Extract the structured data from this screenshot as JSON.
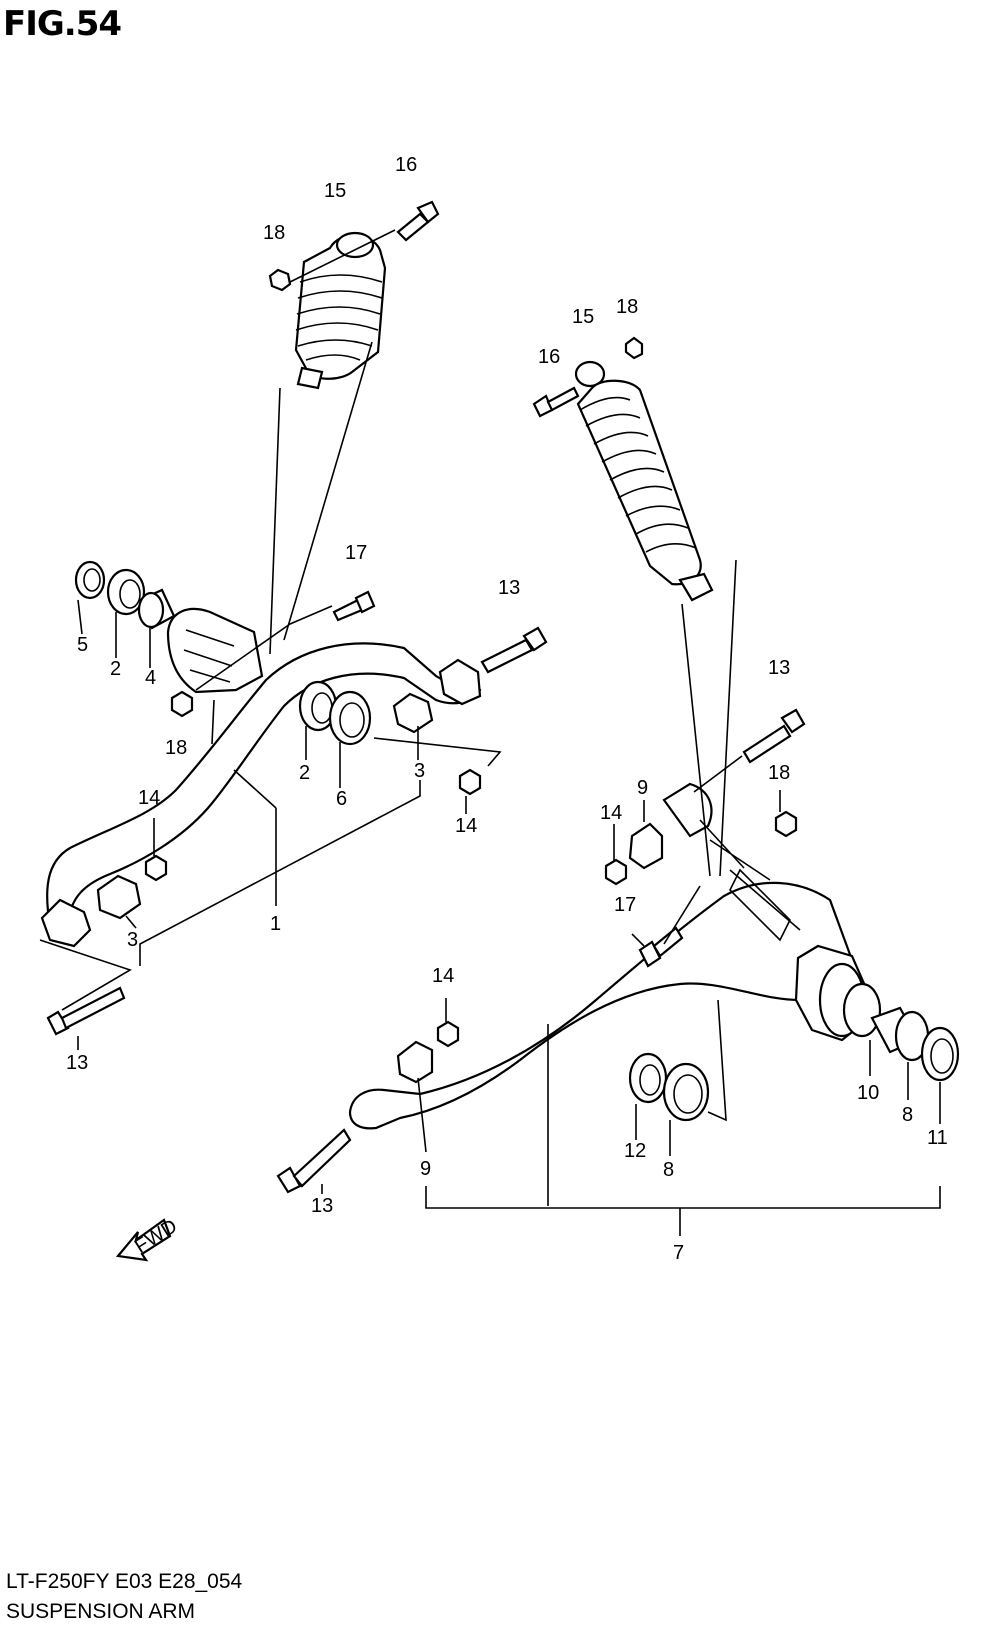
{
  "header": {
    "figure_title": "FIG.54"
  },
  "footer": {
    "model_code": "LT-F250FY E03 E28_054",
    "section_name": "SUSPENSION ARM"
  },
  "fwd_arrow": {
    "label": "FWD"
  },
  "callouts": [
    {
      "id": "c15a",
      "text": "15"
    },
    {
      "id": "c16a",
      "text": "16"
    },
    {
      "id": "c18a",
      "text": "18"
    },
    {
      "id": "c15b",
      "text": "15"
    },
    {
      "id": "c18b",
      "text": "18"
    },
    {
      "id": "c16b",
      "text": "16"
    },
    {
      "id": "c17a",
      "text": "17"
    },
    {
      "id": "c13a",
      "text": "13"
    },
    {
      "id": "c5",
      "text": "5"
    },
    {
      "id": "c2a",
      "text": "2"
    },
    {
      "id": "c4",
      "text": "4"
    },
    {
      "id": "c18c",
      "text": "18"
    },
    {
      "id": "c2b",
      "text": "2"
    },
    {
      "id": "c6",
      "text": "6"
    },
    {
      "id": "c3a",
      "text": "3"
    },
    {
      "id": "c14a",
      "text": "14"
    },
    {
      "id": "c14b",
      "text": "14"
    },
    {
      "id": "c1",
      "text": "1"
    },
    {
      "id": "c3b",
      "text": "3"
    },
    {
      "id": "c13b",
      "text": "13"
    },
    {
      "id": "c13c",
      "text": "13"
    },
    {
      "id": "c18d",
      "text": "18"
    },
    {
      "id": "c9a",
      "text": "9"
    },
    {
      "id": "c14c",
      "text": "14"
    },
    {
      "id": "c17b",
      "text": "17"
    },
    {
      "id": "c14d",
      "text": "14"
    },
    {
      "id": "c10",
      "text": "10"
    },
    {
      "id": "c8a",
      "text": "8"
    },
    {
      "id": "c11",
      "text": "11"
    },
    {
      "id": "c12",
      "text": "12"
    },
    {
      "id": "c8b",
      "text": "8"
    },
    {
      "id": "c9b",
      "text": "9"
    },
    {
      "id": "c13d",
      "text": "13"
    },
    {
      "id": "c7",
      "text": "7"
    }
  ]
}
